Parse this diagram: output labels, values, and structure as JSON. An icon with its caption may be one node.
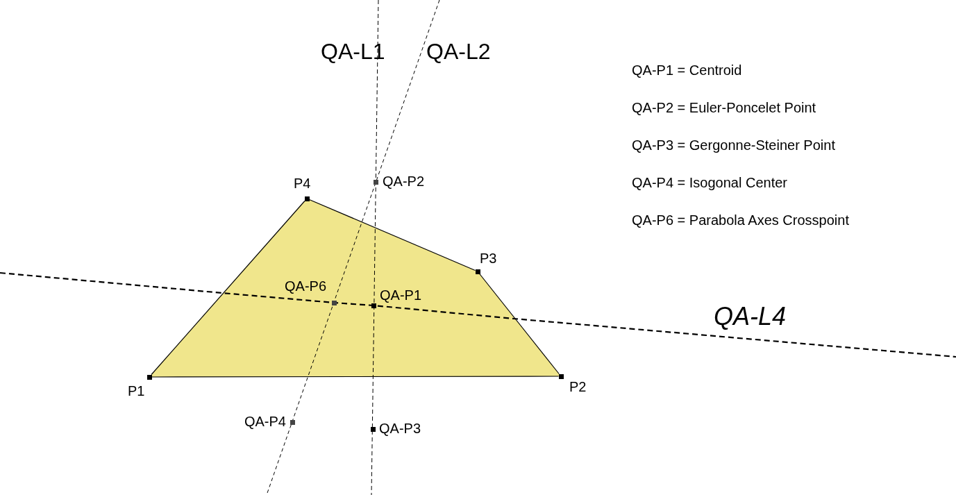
{
  "diagram": {
    "nodes": [
      {
        "text": [],
        "shape": "box",
        "beside": [
          "P1"
        ]
      },
      {
        "text": [],
        "shape": "box",
        "beside": [
          "P2"
        ]
      },
      {
        "text": [],
        "shape": "box",
        "beside": [
          "P3"
        ]
      },
      {
        "text": [],
        "shape": "box",
        "beside": [
          "P4"
        ]
      },
      {
        "text": [],
        "shape": "box",
        "beside": [
          "QA-P2"
        ]
      },
      {
        "text": [],
        "shape": "box",
        "beside": [
          "QA-P6"
        ]
      },
      {
        "text": [],
        "shape": "box",
        "beside": [
          "QA-P1"
        ]
      },
      {
        "text": [],
        "shape": "box",
        "beside": [
          "QA-P4"
        ]
      },
      {
        "text": [],
        "shape": "box",
        "beside": [
          "QA-P3"
        ]
      }
    ],
    "edges": [
      {
        "from": 0,
        "to": 1,
        "arrow": "none"
      },
      {
        "from": 1,
        "to": 2,
        "arrow": "none"
      },
      {
        "from": 2,
        "to": 3,
        "arrow": "none"
      },
      {
        "from": 3,
        "to": 0,
        "arrow": "none"
      }
    ],
    "labels": [
      "QA-L1",
      "QA-L2",
      "QA-P1 = Centroid",
      "QA-P2 = Euler-Poncelet Point",
      "QA-P3 = Gergonne-Steiner Point",
      "QA-P4 = Isogonal Center",
      "QA-P6 = Parabola Axes Crosspoint",
      "QA-L4"
    ]
  }
}
